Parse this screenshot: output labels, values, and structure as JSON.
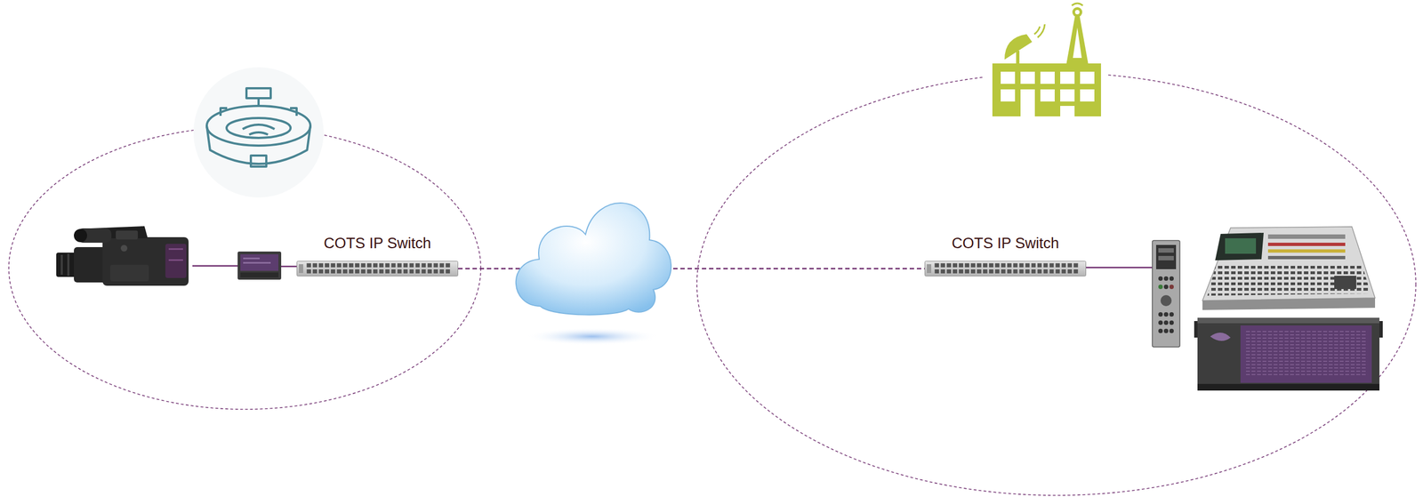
{
  "diagram": {
    "nodes": [
      {
        "text": [
          "COTS IP Switch"
        ]
      },
      {
        "text": [
          "COTS IP Switch"
        ]
      }
    ],
    "edges": [
      {
        "from": 0,
        "to": 1,
        "arrow": "none"
      }
    ]
  }
}
